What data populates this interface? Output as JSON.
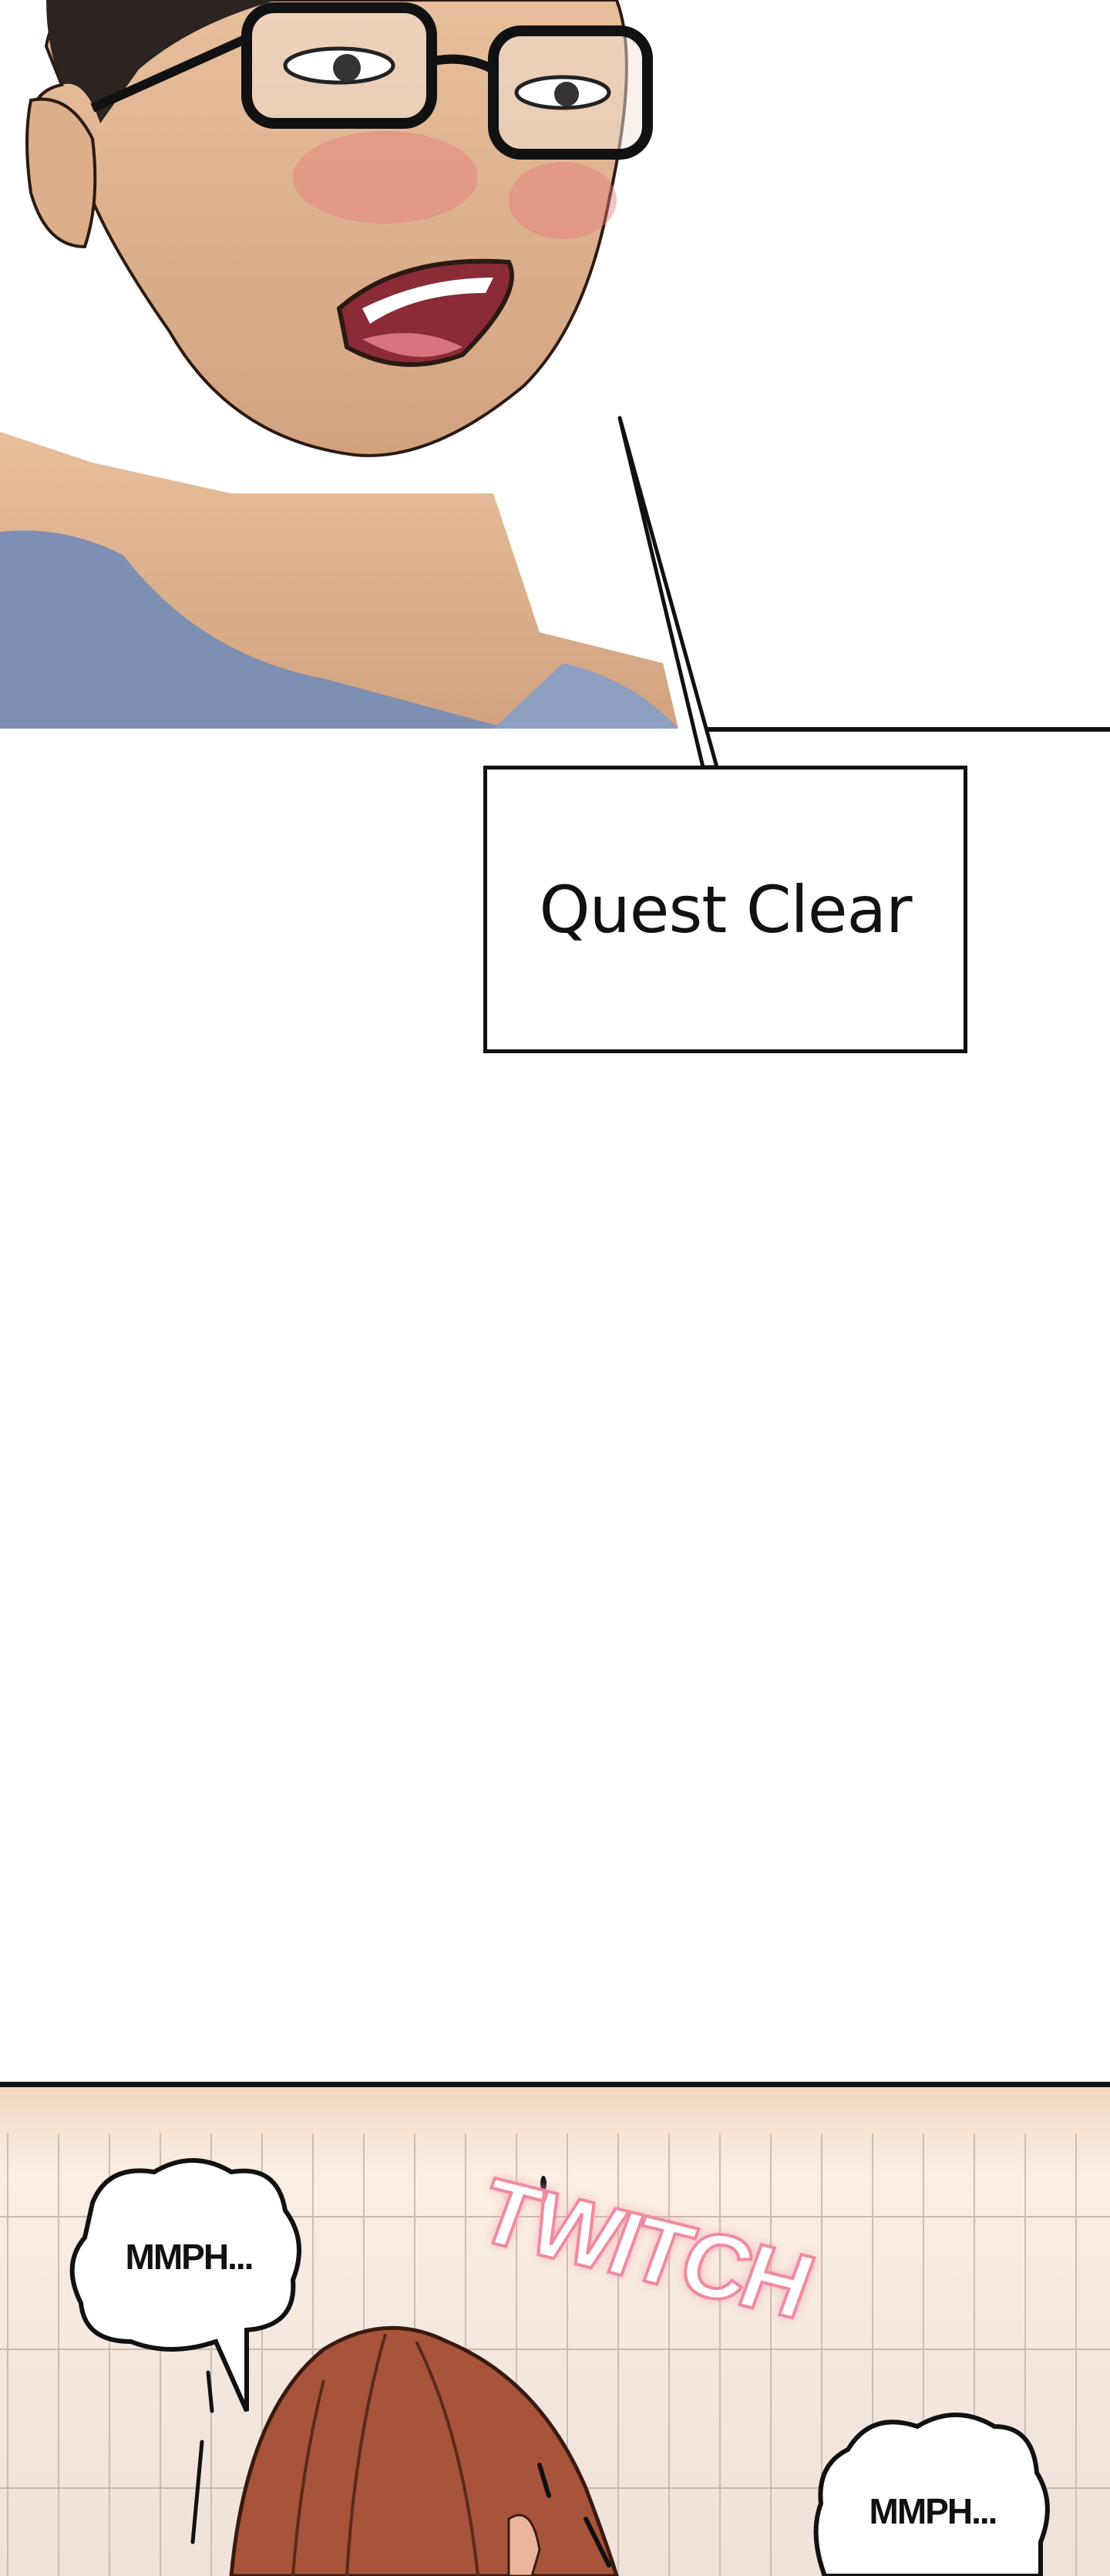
{
  "caption_box": {
    "text": "Quest Clear"
  },
  "bottom_panel": {
    "bubble_left": "MMPH...",
    "sound_effect": "TWITCH",
    "bubble_right": "MMPH..."
  }
}
